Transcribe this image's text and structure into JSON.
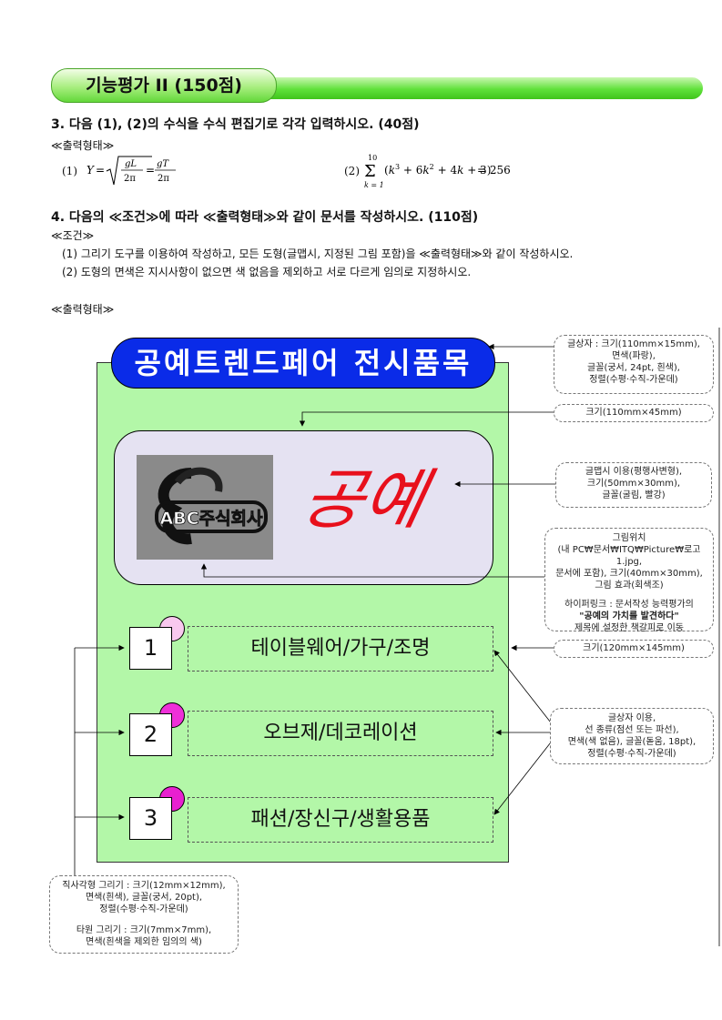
{
  "header": {
    "title": "기능평가 II (150점)"
  },
  "q3": {
    "title": "3. 다음 (1), (2)의 수식을 수식 편집기로 각각 입력하시오. (40점)",
    "output_label": "≪출력형태≫",
    "eq1_num": "(1)",
    "eq2_num": "(2)",
    "eq2_rhs": "= 256"
  },
  "q4": {
    "title": "4. 다음의 ≪조건≫에 따라 ≪출력형태≫와 같이 문서를 작성하시오. (110점)",
    "cond_label": "≪조건≫",
    "cond1": "(1) 그리기 도구를 이용하여 작성하고, 모든 도형(글맵시, 지정된 그림 포함)을 ≪출력형태≫와 같이 작성하시오.",
    "cond2": "(2) 도형의 면색은 지시사항이 없으면 색 없음을 제외하고 서로 다르게 임의로 지정하시오.",
    "output_label": "≪출력형태≫"
  },
  "figure": {
    "title": "공예트렌드페어 전시품목",
    "wordart": "공예",
    "logo_text": "ABC주식회사",
    "items": [
      {
        "num": "1",
        "label": "테이블웨어/가구/조명",
        "circle_color": "#f8c8ee"
      },
      {
        "num": "2",
        "label": "오브제/데코레이션",
        "circle_color": "#ee30d8"
      },
      {
        "num": "3",
        "label": "패션/장신구/생활용품",
        "circle_color": "#e820d0"
      }
    ]
  },
  "callouts": {
    "title": [
      "글상자 : 크기(110mm×15mm),",
      "면색(파랑),",
      "글꼴(궁서, 24pt, 흰색),",
      "정렬(수평·수직-가운데)"
    ],
    "size1": "크기(110mm×45mm)",
    "wordart": [
      "글맵시 이용(평행사변형),",
      "크기(50mm×30mm),",
      "글꼴(굴림, 빨강)"
    ],
    "image": [
      "그림위치",
      "(내 PC₩문서₩ITQ₩Picture₩로고1.jpg,",
      "문서에 포함), 크기(40mm×30mm),",
      "그림 효과(회색조)",
      "",
      "하이퍼링크 : 문서작성 능력평가의",
      "\"공예의 가치를 발견하다\"",
      "제목에 설정한 책갈피로 이동"
    ],
    "size2": "크기(120mm×145mm)",
    "textbox": [
      "글상자 이용,",
      "선 종류(점선 또는 파선),",
      "면색(색 없음), 글꼴(돋움, 18pt),",
      "정렬(수평·수직-가운데)"
    ],
    "shapes": [
      "직사각형 그리기 : 크기(12mm×12mm),",
      "면색(흰색), 글꼴(궁서, 20pt),",
      "정렬(수평·수직-가운데)",
      "",
      "타원 그리기 : 크기(7mm×7mm),",
      "면색(흰색을 제외한 임의의 색)"
    ]
  }
}
